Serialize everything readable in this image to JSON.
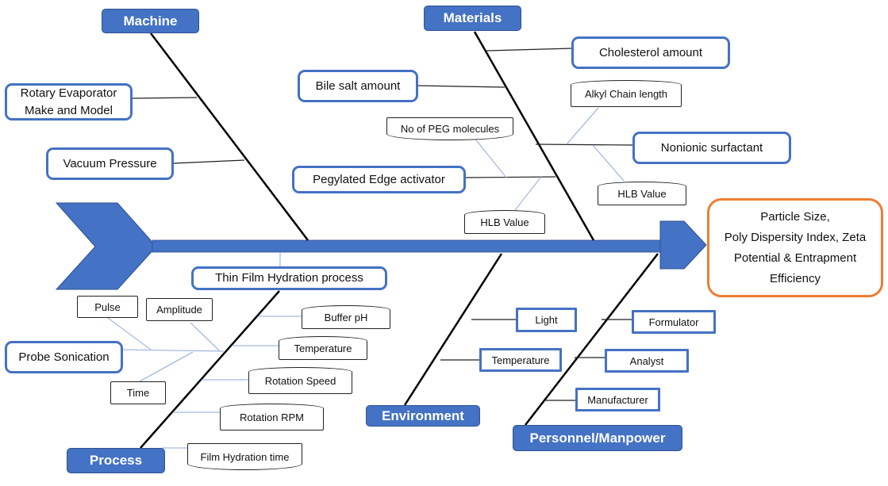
{
  "effect": {
    "lines": [
      "Particle Size,",
      "Poly Dispersity Index, Zeta",
      "Potential & Entrapment",
      "Efficiency"
    ]
  },
  "categories": {
    "machine": {
      "label": "Machine",
      "causes": [
        "Rotary Evaporator Make and Model",
        "Vacuum Pressure"
      ]
    },
    "materials": {
      "label": "Materials",
      "causes": [
        "Cholesterol amount",
        "Bile salt amount",
        "Nonionic surfactant",
        "Pegylated Edge activator"
      ],
      "sub_causes": {
        "nonionic_surfactant": [
          "Alkyl Chain length",
          "HLB Value"
        ],
        "pegylated_edge_activator": [
          "No of PEG molecules",
          "HLB Value"
        ]
      }
    },
    "process": {
      "label": "Process",
      "causes": [
        "Thin Film Hydration process",
        "Probe Sonication"
      ],
      "sub_causes": {
        "probe_sonication": [
          "Pulse",
          "Amplitude",
          "Time"
        ],
        "thin_film_hydration": [
          "Buffer pH",
          "Temperature",
          "Rotation Speed",
          "Rotation RPM",
          "Film Hydration time"
        ]
      }
    },
    "environment": {
      "label": "Environment",
      "causes": [
        "Light",
        "Temperature"
      ]
    },
    "personnel": {
      "label": "Personnel/Manpower",
      "causes": [
        "Formulator",
        "Analyst",
        "Manufacturer"
      ]
    }
  },
  "colors": {
    "spine": "#4472c4",
    "category_fill": "#4472c4",
    "cause_border": "#4472c4",
    "effect_border": "#ed7d31",
    "bone": "#000000",
    "sub_bone": "#8eaadb"
  }
}
